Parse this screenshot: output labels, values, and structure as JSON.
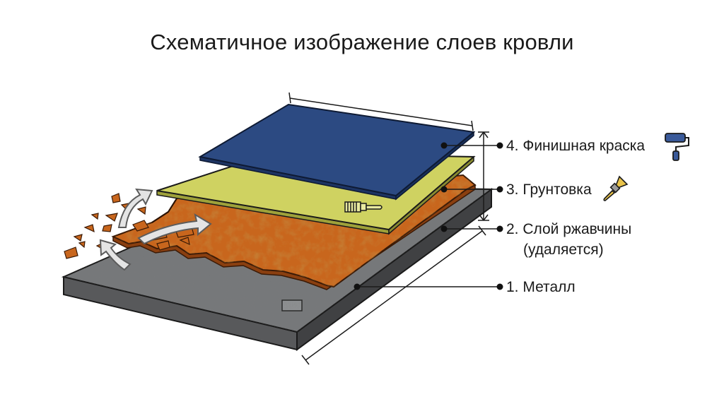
{
  "title": "Схематичное изображение слоев кровли",
  "layers": [
    {
      "label": "4. Финишная краска",
      "color": "#2c4a82",
      "icon": "paint-roller-icon"
    },
    {
      "label": "3. Грунтовка",
      "color": "#cfd261",
      "icon": "paintbrush-icon"
    },
    {
      "label": "2. Слой ржавчины",
      "label_line2": "(удаляется)",
      "color": "#c8661d"
    },
    {
      "label": "1. Металл",
      "color": "#6a6c6e"
    }
  ]
}
